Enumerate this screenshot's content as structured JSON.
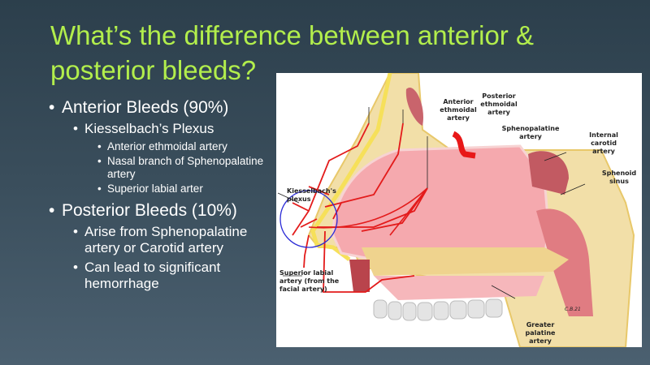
{
  "slide": {
    "title_line1": "What’s the difference between anterior &",
    "title_line2": "posterior bleeds?",
    "bullets": {
      "anterior": "Anterior Bleeds (90%)",
      "kiesselbach": "Kiesselbach’s Plexus",
      "ant_items": [
        "Anterior ethmoidal artery",
        "Nasal branch of Sphenopalatine artery",
        "Superior labial arter"
      ],
      "posterior": "Posterior Bleeds (10%)",
      "post_items": [
        "Arise from Sphenopalatine artery or Carotid artery",
        "Can lead to significant hemorrhage"
      ]
    }
  },
  "figure": {
    "labels": {
      "anterior_ethmoidal": [
        "Anterior",
        "ethmoidal",
        "artery"
      ],
      "posterior_ethmoidal": [
        "Posterior",
        "ethmoidal",
        "artery"
      ],
      "sphenopalatine": [
        "Sphenopalatine",
        "artery"
      ],
      "internal_carotid": [
        "Internal",
        "carotid",
        "artery"
      ],
      "sphenoid_sinus": [
        "Sphenoid",
        "sinus"
      ],
      "kiesselbach": [
        "Kiesselbach's",
        "plexus"
      ],
      "superior_labial": [
        "Superior labial",
        "artery (from the",
        "facial artery)"
      ],
      "greater_palatine": [
        "Greater",
        "palatine",
        "artery"
      ]
    },
    "signature": "C.B.21"
  }
}
